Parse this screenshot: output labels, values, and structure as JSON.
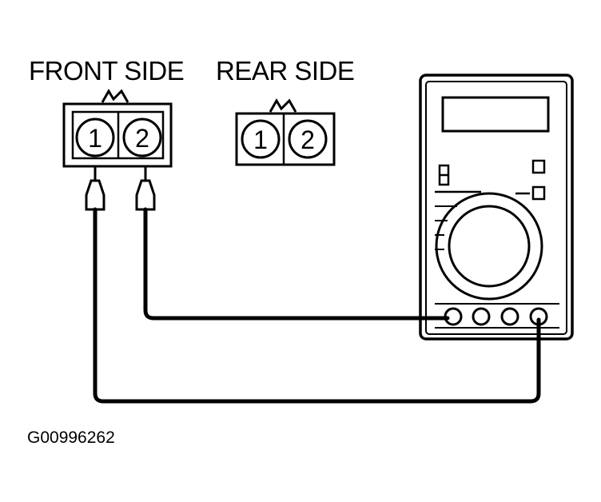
{
  "labels": {
    "front_side": "FRONT SIDE",
    "rear_side": "REAR SIDE",
    "figure_id": "G00996262"
  },
  "connectors": {
    "front": {
      "pins": [
        "1",
        "2"
      ]
    },
    "rear": {
      "pins": [
        "1",
        "2"
      ]
    }
  },
  "colors": {
    "ink": "#000000",
    "background": "#ffffff"
  }
}
